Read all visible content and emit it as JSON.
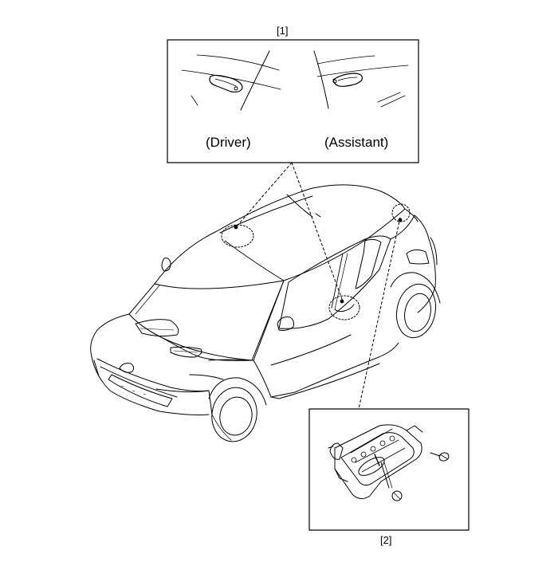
{
  "callouts": {
    "callout_1": "[1]",
    "callout_2": "[2]"
  },
  "inset_1": {
    "driver_label": "(Driver)",
    "assistant_label": "(Assistant)"
  },
  "colors": {
    "line": "#000000",
    "background": "#ffffff"
  }
}
